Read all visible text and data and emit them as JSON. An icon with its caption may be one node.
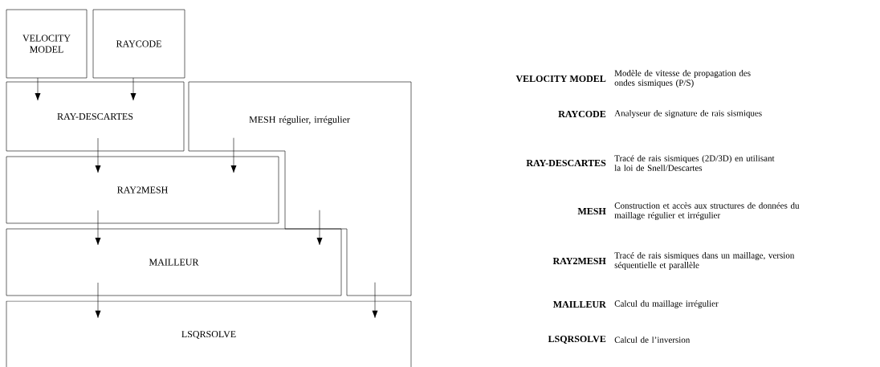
{
  "diagram": {
    "nodes": [
      {
        "text": [
          "VELOCITY MODEL"
        ]
      },
      {
        "text": [
          "RAYCODE"
        ]
      },
      {
        "text": [
          "RAY-DESCARTES"
        ]
      },
      {
        "text": [
          "MESH régulier, irrégulier"
        ]
      },
      {
        "text": [
          "RAY2MESH"
        ]
      },
      {
        "text": [
          "MAILLEUR"
        ]
      },
      {
        "text": [
          "LSQRSOLVE"
        ]
      }
    ],
    "edges": [
      {
        "from": 0,
        "to": 2,
        "arrow": "to"
      },
      {
        "from": 1,
        "to": 2,
        "arrow": "to"
      },
      {
        "from": 2,
        "to": 4,
        "arrow": "to"
      },
      {
        "from": 3,
        "to": 4,
        "arrow": "to"
      },
      {
        "from": 4,
        "to": 5,
        "arrow": "to"
      },
      {
        "from": 3,
        "to": 5,
        "arrow": "to"
      },
      {
        "from": 5,
        "to": 6,
        "arrow": "to"
      },
      {
        "from": 3,
        "to": 6,
        "arrow": "to"
      }
    ],
    "labels": [
      "VELOCITY MODEL",
      "Modèle de vitesse de propagation des ondes sismiques (P/S)",
      "RAYCODE",
      "Analyseur de signature de rais sismiques",
      "RAY-DESCARTES",
      "Tracé de rais sismiques (2D/3D) en utilisant la loi de Snell/Descartes",
      "MESH",
      "Construction et accès aux structures de données du maillage régulier et irrégulier",
      "RAY2MESH",
      "Tracé de rais sismiques dans un maillage, version séquentielle et parallèle",
      "MAILLEUR",
      "Calcul du maillage irrégulier",
      "LSQRSOLVE",
      "Calcul de l’inversion"
    ]
  }
}
